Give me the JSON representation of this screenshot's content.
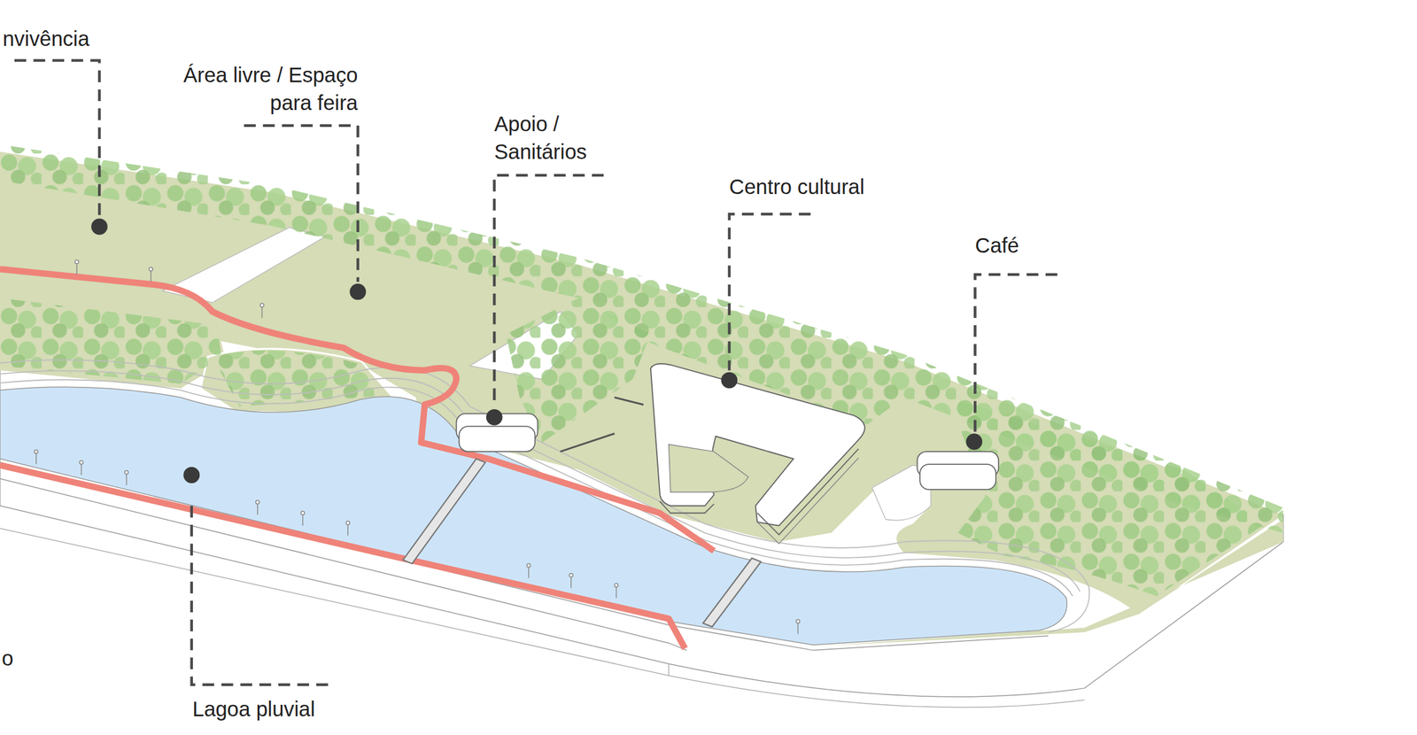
{
  "diagram": {
    "labels": [
      "nvivência",
      "Área livre / Espaço para feira",
      "Apoio / Sanitários",
      "Centro cultural",
      "Café",
      "Lagoa pluvial",
      "o"
    ]
  }
}
